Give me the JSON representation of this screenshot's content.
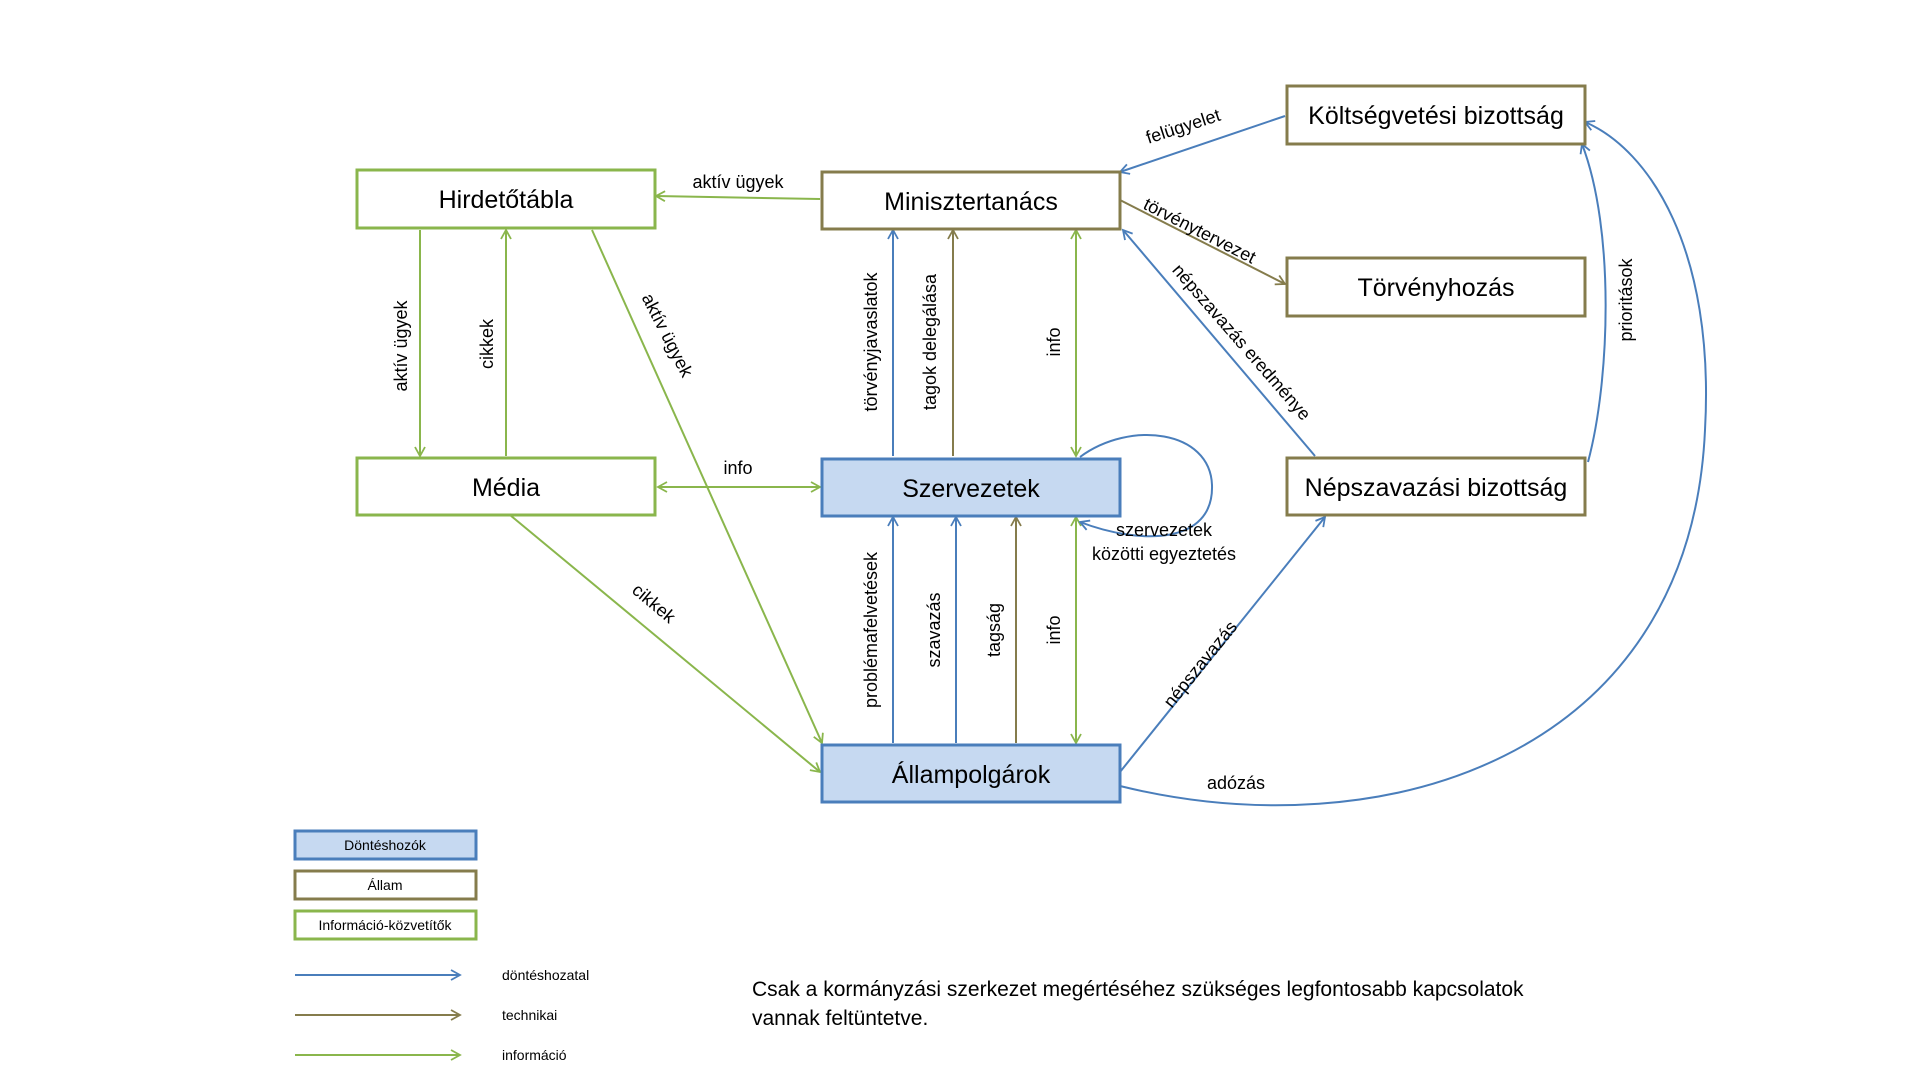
{
  "colors": {
    "decision": "#4a7ebb",
    "state": "#857c4c",
    "info": "#8ab64c",
    "decision_fill": "#c6d9f1"
  },
  "nodes": {
    "hirdetotabla": "Hirdetőtábla",
    "miniszter": "Minisztertanács",
    "koltseg": "Költségvetési bizottság",
    "torvenyhozas": "Törvényhozás",
    "media": "Média",
    "szervezetek": "Szervezetek",
    "nepszavazasi": "Népszavazási bizottság",
    "allampolgarok": "Állampolgárok"
  },
  "edges": {
    "aktiv_ugyek_top": "aktív ügyek",
    "felugyelet": "felügyelet",
    "torvenytervezet": "törvénytervezet",
    "nepszavazas_eredmenye": "népszavazás eredménye",
    "prioritasok": "prioritások",
    "aktiv_ugyek_left": "aktív ügyek",
    "cikkek_up": "cikkek",
    "aktiv_ugyek_diag": "aktív ügyek",
    "torvenyjavaslatok": "törvényjavaslatok",
    "tagok_delegalasa": "tagok delegálása",
    "info_mid_top": "info",
    "info_media": "info",
    "szervezetek_kozotti_1": "szervezetek",
    "szervezetek_kozotti_2": "közötti egyeztetés",
    "cikkek_diag": "cikkek",
    "problemafelvetesek": "problémafelvetések",
    "szavazas": "szavazás",
    "tagsag": "tagság",
    "info_mid_bottom": "info",
    "nepszavazas": "népszavazás",
    "adozas": "adózás"
  },
  "legend": {
    "decision_box": "Döntéshozók",
    "state_box": "Állam",
    "info_box": "Információ-közvetítők",
    "decision_line": "döntéshozatal",
    "state_line": "technikai",
    "info_line": "információ"
  },
  "note": {
    "line1": "Csak a kormányzási szerkezet megértéséhez szükséges legfontosabb kapcsolatok",
    "line2": "vannak feltüntetve."
  }
}
